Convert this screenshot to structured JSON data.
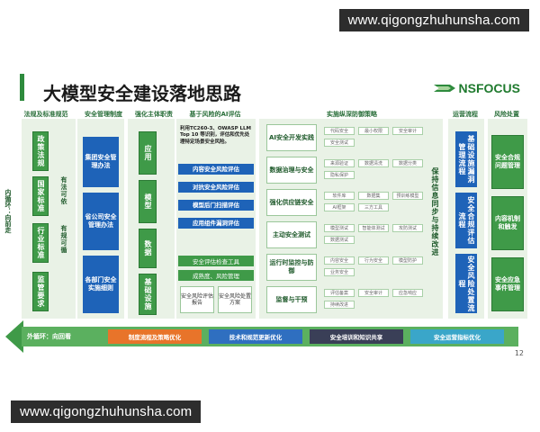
{
  "watermark": "www.qigongzhuhunsha.com",
  "title": "大模型安全建设落地思路",
  "logo": "NSFOCUS",
  "column_headers": [
    "法规及标准规范",
    "安全管理制度",
    "强化主体职责",
    "基于风险的AI评估",
    "实施纵深防御策略",
    "运营流程",
    "风险处置"
  ],
  "laws": [
    "政策法规",
    "国家标准",
    "行业标准",
    "监管要求"
  ],
  "laws_arrows": [
    "有法可依",
    "有规可循"
  ],
  "left_loop": "内循环：向前走",
  "management": [
    "集团安全管理办法",
    "省公司安全管理办法",
    "各部门安全实施细则"
  ],
  "duties": [
    "应用",
    "模型",
    "数据",
    "基础设施"
  ],
  "assessment": {
    "note": "利用TC260-3、OWASP LLM Top 10 等识别，评估和优先处理特定场景安全风险。",
    "items": [
      "内容安全风险评估",
      "对抗安全风险评估",
      "模型后门扫描评估",
      "应用组件漏洞评估"
    ],
    "tools": [
      "安全评估检查工具",
      "成熟度、风险管理"
    ],
    "outputs": [
      "安全风险评估报告",
      "安全风险处置方案"
    ]
  },
  "strategies": [
    {
      "label": "AI安全开发实践",
      "chips": [
        "代码安全",
        "最小权限",
        "安全审计",
        "安全测试"
      ]
    },
    {
      "label": "数据治理与安全",
      "chips": [
        "来源验证",
        "数据清洗",
        "数据分类",
        "隐私保护"
      ]
    },
    {
      "label": "强化供应链安全",
      "chips": [
        "软件库",
        "数据集",
        "预训练模型",
        "AI框架",
        "三方工具"
      ]
    },
    {
      "label": "主动安全测试",
      "chips": [
        "模型测试",
        "智能体测试",
        "攻防测试",
        "数据测试"
      ]
    },
    {
      "label": "运行时监控与防御",
      "chips": [
        "内容安全",
        "行为安全",
        "模型防护",
        "业务安全"
      ]
    },
    {
      "label": "监督与干预",
      "chips": [
        "评估备案",
        "安全审计",
        "应急响应",
        "持续改进"
      ]
    }
  ],
  "improve_text": "保持信息同步与持续改进",
  "operations": [
    "基础设施漏洞管理流程",
    "安全合规评估流程",
    "安全风险处置流程"
  ],
  "response": [
    "安全合规问题管理",
    "内容机制和触发",
    "安全应急事件管理"
  ],
  "outer_loop": {
    "label": "外循环：向回看",
    "buttons": [
      {
        "text": "制度流程及策略优化",
        "color": "#e8742a"
      },
      {
        "text": "技术和规范更新优化",
        "color": "#2f6fc0"
      },
      {
        "text": "安全培训和知识共享",
        "color": "#3a3f57"
      },
      {
        "text": "安全运营指标优化",
        "color": "#3aa6c9"
      }
    ]
  },
  "page": "12"
}
